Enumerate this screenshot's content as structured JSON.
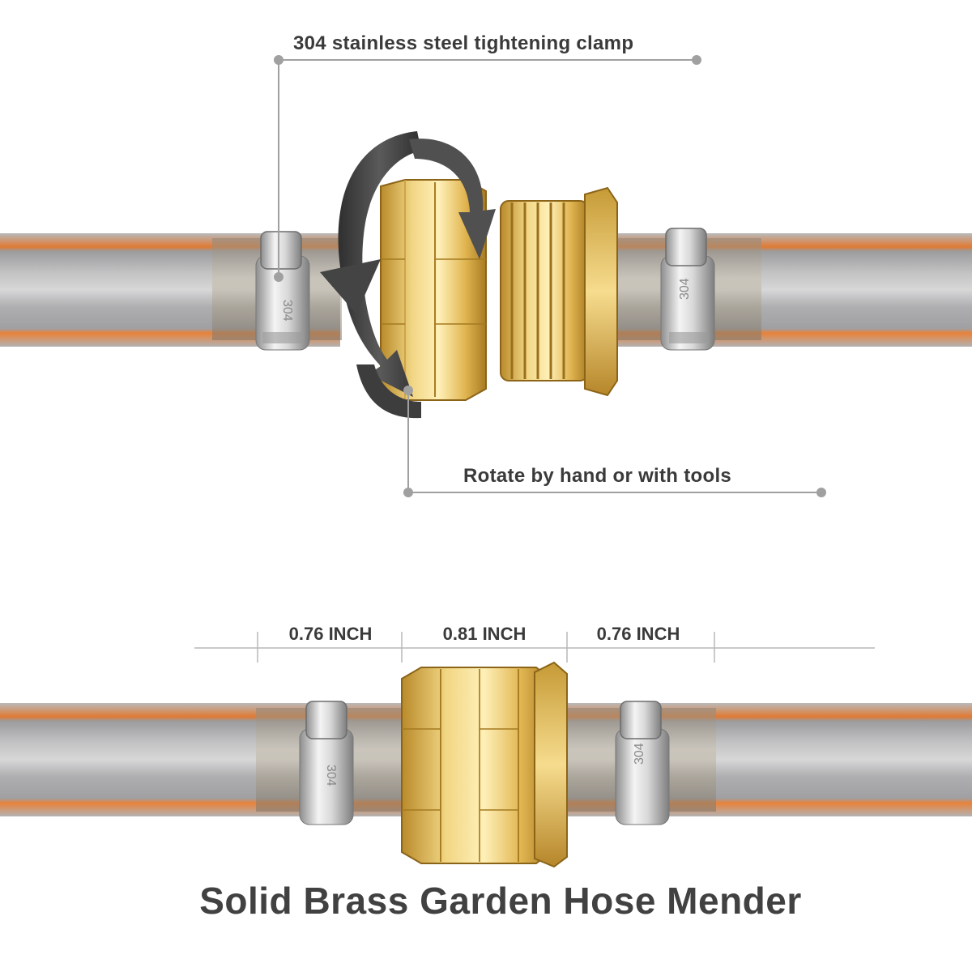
{
  "callouts": {
    "clamp": "304 stainless steel tightening clamp",
    "rotate": "Rotate by hand or with tools"
  },
  "dimensions": {
    "left": "0.76 INCH",
    "middle": "0.81 INCH",
    "right": "0.76 INCH"
  },
  "title": "Solid Brass Garden Hose Mender",
  "clamp_stamp": "304",
  "colors": {
    "hose": "#a9a9aa",
    "hose_stripe": "#e8823a",
    "brass": "#e3bc55",
    "clamp": "#d4d4d4",
    "arrow": "#3d3d3d",
    "leader": "#a0a0a0",
    "text": "#3a3a3a"
  }
}
